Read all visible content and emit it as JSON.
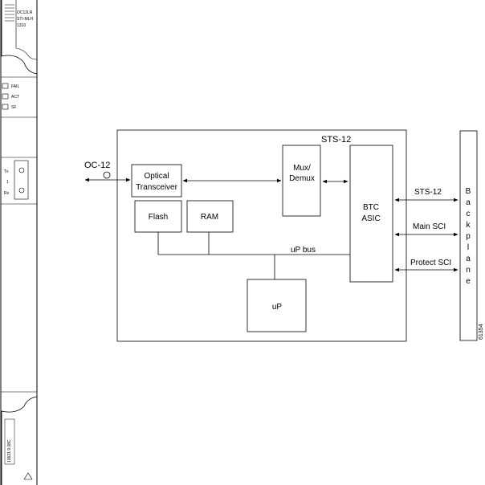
{
  "card": {
    "title_lines": [
      "OC12LR",
      "STI-MLH",
      "1310"
    ],
    "leds": [
      "FAIL",
      "ACT",
      "SF"
    ],
    "port": {
      "tx": "Tx",
      "num": "1",
      "rx": "Rx"
    },
    "barcode": "10621 9.08C"
  },
  "diagram": {
    "oc12_label": "OC-12",
    "sts12_top": "STS-12",
    "optical_line1": "Optical",
    "optical_line2": "Transceiver",
    "mux_line1": "Mux/",
    "mux_line2": "Demux",
    "flash": "Flash",
    "ram": "RAM",
    "btc_line1": "BTC",
    "btc_line2": "ASIC",
    "up_bus": "uP bus",
    "up": "uP",
    "sts12_right": "STS-12",
    "main_sci": "Main SCI",
    "protect_sci": "Protect SCI",
    "backplane_letters": [
      "B",
      "a",
      "c",
      "k",
      "p",
      "l",
      "a",
      "n",
      "e"
    ],
    "figure_id": "61354"
  },
  "colors": {
    "stroke": "#000000",
    "background": "#ffffff"
  }
}
